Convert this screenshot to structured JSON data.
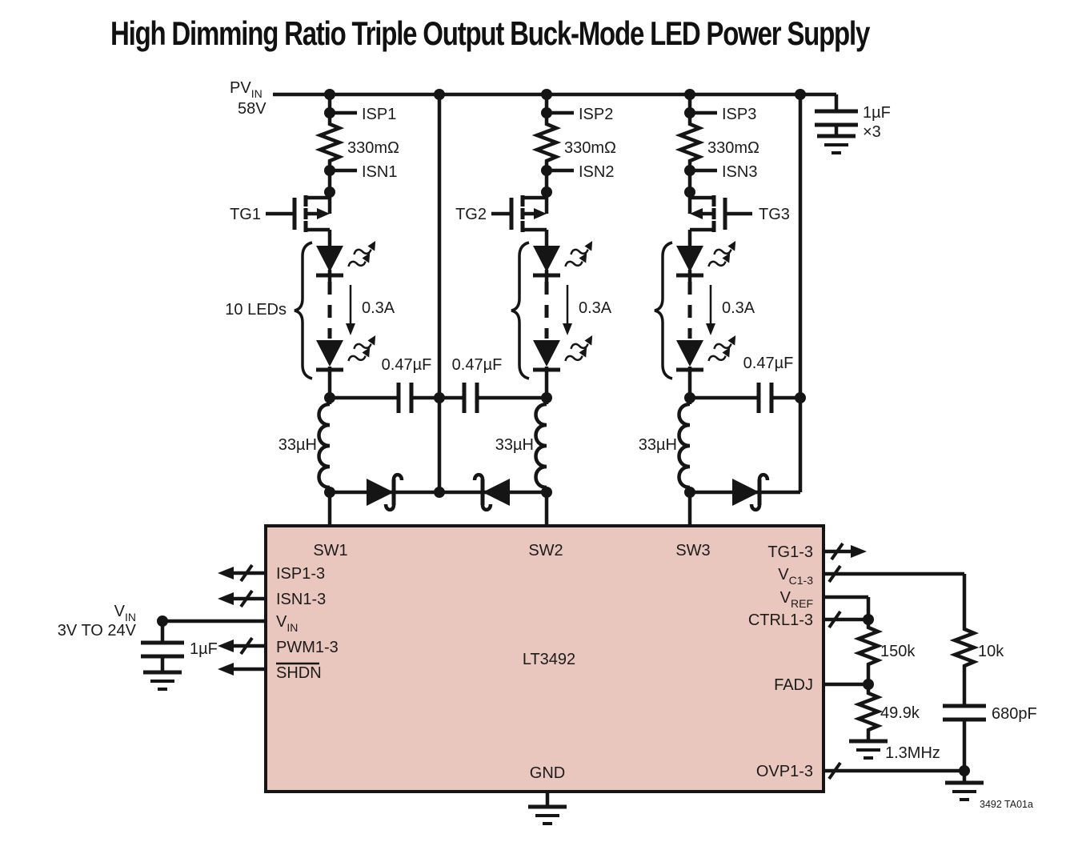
{
  "title": "High Dimming Ratio Triple Output Buck-Mode LED Power Supply",
  "pvin": {
    "name": "PV",
    "sub": "IN",
    "voltage": "58V"
  },
  "bulk_cap": {
    "value": "1µF",
    "qty": "×3"
  },
  "led_note": "10 LEDs",
  "channels": [
    {
      "isp": "ISP1",
      "sense": "330mΩ",
      "isn": "ISN1",
      "gate": "TG1",
      "current": "0.3A",
      "out_cap": "0.47µF",
      "inductor": "33µH"
    },
    {
      "isp": "ISP2",
      "sense": "330mΩ",
      "isn": "ISN2",
      "gate": "TG2",
      "current": "0.3A",
      "out_cap": "0.47µF",
      "inductor": "33µH"
    },
    {
      "isp": "ISP3",
      "sense": "330mΩ",
      "isn": "ISN3",
      "gate": "TG3",
      "current": "0.3A",
      "out_cap": "0.47µF",
      "inductor": "33µH"
    }
  ],
  "vin": {
    "name": "V",
    "sub": "IN",
    "range": "3V TO 24V",
    "cap": "1µF"
  },
  "ic": {
    "part": "LT3492",
    "pins": {
      "sw1": "SW1",
      "sw2": "SW2",
      "sw3": "SW3",
      "isp": "ISP1-3",
      "isn": "ISN1-3",
      "vin": "V",
      "vin_sub": "IN",
      "pwm": "PWM1-3",
      "shdn": "SHDN",
      "tg": "TG1-3",
      "vc": "V",
      "vc_sub": "C1-3",
      "vref": "V",
      "vref_sub": "REF",
      "ctrl": "CTRL1-3",
      "fadj": "FADJ",
      "ovp": "OVP1-3",
      "gnd": "GND"
    }
  },
  "fadj_network": {
    "r_top": "150k",
    "r_bottom": "49.9k",
    "freq": "1.3MHz"
  },
  "comp_network": {
    "r": "10k",
    "c": "680pF"
  },
  "doc_ref": "3492 TA01a",
  "colors": {
    "ic_fill": "#e9c7be",
    "ink": "#151515"
  }
}
